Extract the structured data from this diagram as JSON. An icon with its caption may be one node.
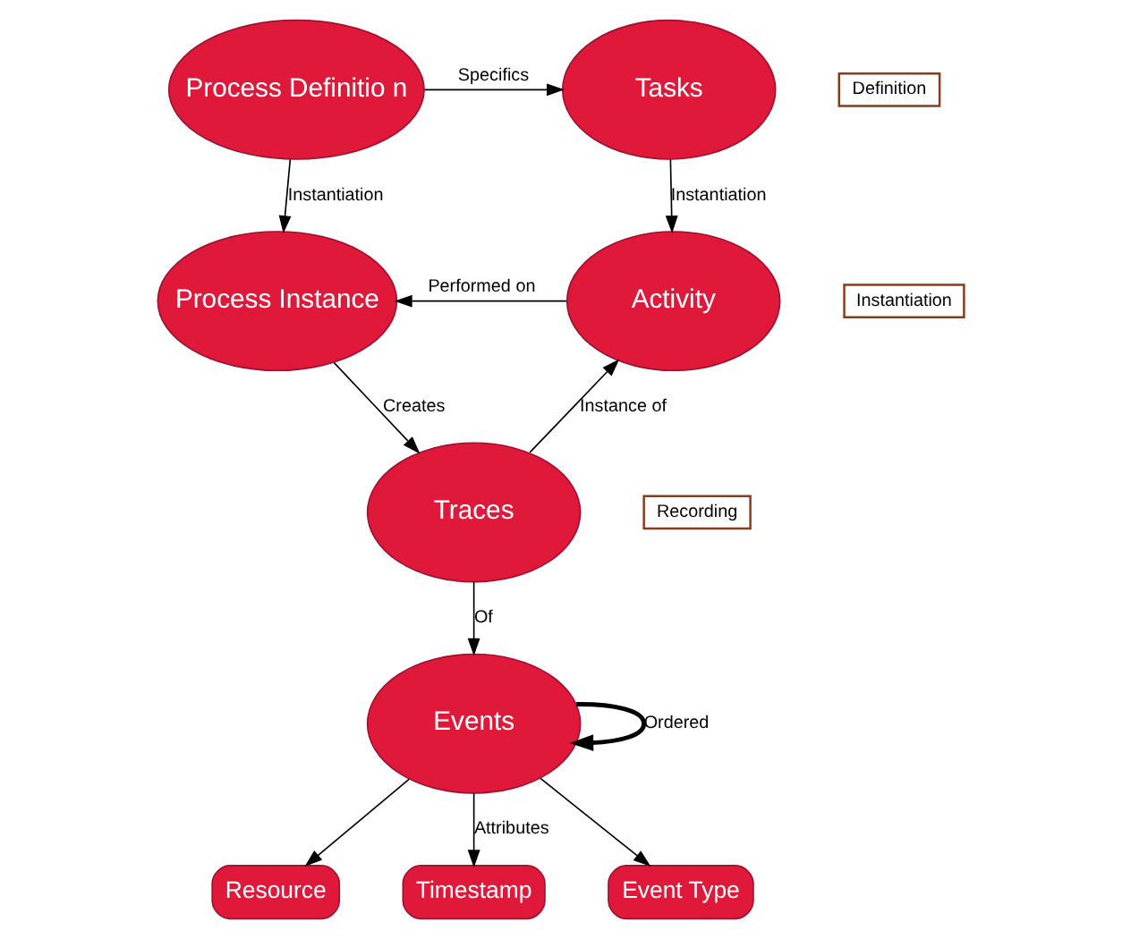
{
  "diagram": {
    "nodes": [
      {
        "text": [
          "Process Definitio n"
        ]
      },
      {
        "text": [
          "Tasks"
        ]
      },
      {
        "text": [
          "Process Instance"
        ]
      },
      {
        "text": [
          "Activity"
        ]
      },
      {
        "text": [
          "Traces"
        ]
      },
      {
        "text": [
          "Events"
        ]
      },
      {
        "text": [
          "Resource"
        ]
      },
      {
        "text": [
          "Timestamp"
        ]
      },
      {
        "text": [
          "Event Type"
        ]
      },
      {
        "text": [
          "Definition"
        ]
      },
      {
        "text": [
          "Instantiation"
        ]
      },
      {
        "text": [
          "Recording"
        ]
      }
    ],
    "edges": [
      {
        "from": 0,
        "to": 1,
        "arrow": "to",
        "label": "Specifics"
      },
      {
        "from": 0,
        "to": 2,
        "arrow": "to",
        "label": "Instantiation"
      },
      {
        "from": 1,
        "to": 3,
        "arrow": "to",
        "label": "Instantiation"
      },
      {
        "from": 3,
        "to": 2,
        "arrow": "to",
        "label": "Performed on"
      },
      {
        "from": 2,
        "to": 4,
        "arrow": "to",
        "label": "Creates"
      },
      {
        "from": 4,
        "to": 3,
        "arrow": "to",
        "label": "Instance of"
      },
      {
        "from": 4,
        "to": 5,
        "arrow": "to",
        "label": "Of"
      },
      {
        "from": 5,
        "to": 5,
        "arrow": "to",
        "label": "Ordered",
        "style": "thick"
      },
      {
        "from": 5,
        "to": 6,
        "arrow": "to"
      },
      {
        "from": 5,
        "to": 7,
        "arrow": "to",
        "label": "Attributes"
      },
      {
        "from": 5,
        "to": 8,
        "arrow": "to"
      }
    ]
  }
}
